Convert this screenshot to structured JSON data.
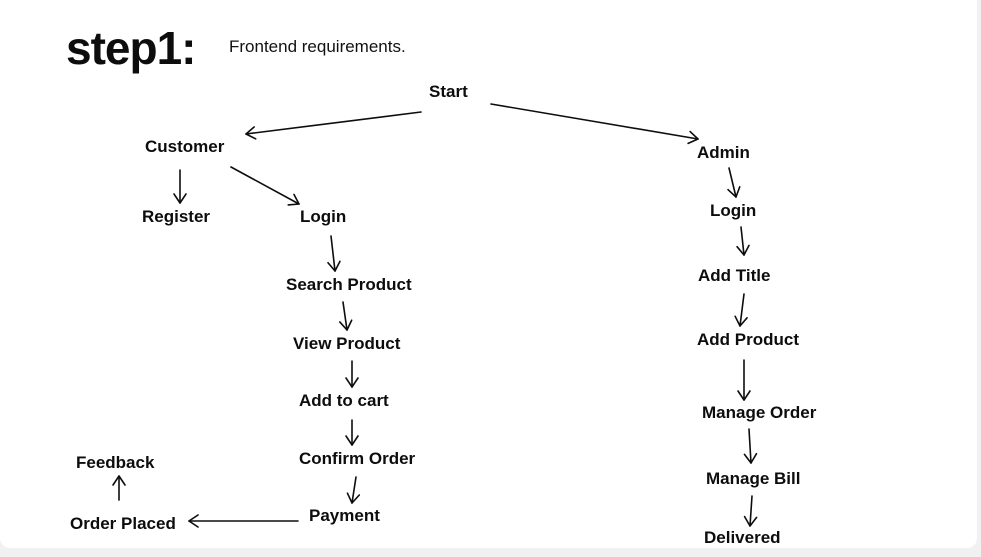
{
  "header": {
    "title": "step1:",
    "subtitle": "Frontend requirements."
  },
  "nodes": {
    "start": "Start",
    "customer": "Customer",
    "register": "Register",
    "customer_login": "Login",
    "search_product": "Search Product",
    "view_product": "View Product",
    "add_to_cart": "Add to cart",
    "confirm_order": "Confirm Order",
    "payment": "Payment",
    "order_placed": "Order Placed",
    "feedback": "Feedback",
    "admin": "Admin",
    "admin_login": "Login",
    "add_title": "Add Title",
    "add_product": "Add Product",
    "manage_order": "Manage Order",
    "manage_bill": "Manage Bill",
    "delivered": "Delivered"
  },
  "edges": [
    {
      "from": "start",
      "to": "customer"
    },
    {
      "from": "start",
      "to": "admin"
    },
    {
      "from": "customer",
      "to": "register"
    },
    {
      "from": "customer",
      "to": "customer_login"
    },
    {
      "from": "customer_login",
      "to": "search_product"
    },
    {
      "from": "search_product",
      "to": "view_product"
    },
    {
      "from": "view_product",
      "to": "add_to_cart"
    },
    {
      "from": "add_to_cart",
      "to": "confirm_order"
    },
    {
      "from": "confirm_order",
      "to": "payment"
    },
    {
      "from": "payment",
      "to": "order_placed"
    },
    {
      "from": "order_placed",
      "to": "feedback"
    },
    {
      "from": "admin",
      "to": "admin_login"
    },
    {
      "from": "admin_login",
      "to": "add_title"
    },
    {
      "from": "add_title",
      "to": "add_product"
    },
    {
      "from": "add_product",
      "to": "manage_order"
    },
    {
      "from": "manage_order",
      "to": "manage_bill"
    },
    {
      "from": "manage_bill",
      "to": "delivered"
    }
  ]
}
